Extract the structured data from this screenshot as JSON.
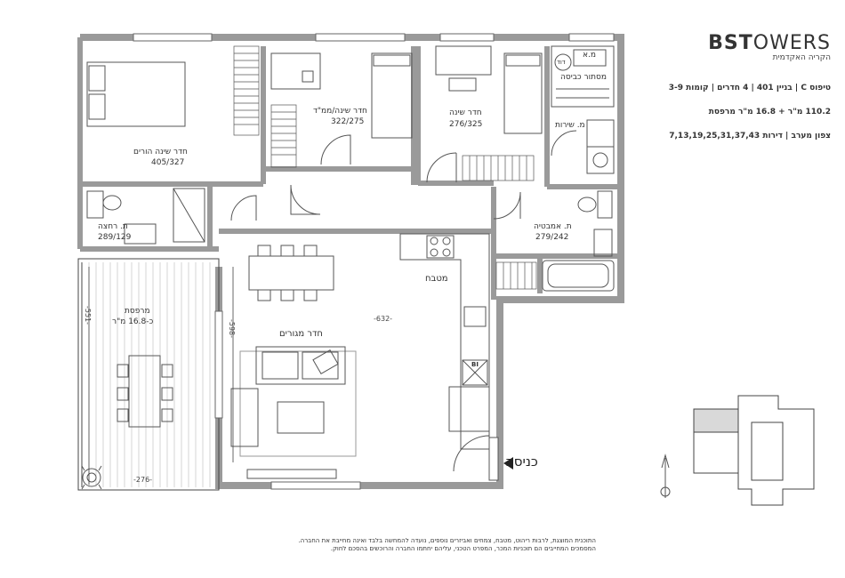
{
  "brand": {
    "logo_bold": "BST",
    "logo_rest": "OWERS",
    "subtitle": "הקריה האקדמית"
  },
  "specs": {
    "line1": "טיפוס C | בניין 401 | 4 חדרים | קומות 3-9",
    "line2": "110.2 מ\"ר + 16.8 מ\"ר מרפסת",
    "line3": "צפון מערב | דירות 7,13,19,25,31,37,43"
  },
  "rooms": {
    "master_bedroom": {
      "name": "חדר שינה הורים",
      "dims": "405/327"
    },
    "bedroom_safe": {
      "name": "חדר שינה/ממ\"ד",
      "dims": "322/275"
    },
    "bedroom": {
      "name": "חדר שינה",
      "dims": "276/325"
    },
    "laundry_niche": {
      "name": "מסתור כביסה"
    },
    "ac_niche": {
      "name": "מ.א"
    },
    "boiler": {
      "name": "דוד"
    },
    "service_restroom": {
      "name": "מ. שירות"
    },
    "bathroom": {
      "name": "ת. אמבטיה",
      "dims": "279/242"
    },
    "shower_room": {
      "name": "ת. רחצה",
      "dims": "289/129"
    },
    "kitchen": {
      "name": "מטבח"
    },
    "living_room": {
      "name": "חדר מגורים"
    },
    "balcony": {
      "name": "מרפסת",
      "area": "כ-16.8 מ\"ר"
    },
    "entrance": {
      "name": "כניסה"
    }
  },
  "dimensions": {
    "living_width": "-632-",
    "living_depth": "-598-",
    "balcony_depth": "-551-",
    "balcony_width": "-276-"
  },
  "fixtures": {
    "bi": "BI"
  },
  "footnote": [
    "התוכנית המוצגת, לרבות ריהוט, מטבח, צמחים ואביזרים נוספים, נועדה להמחשה בלבד ואינה מחייבת את החברה.",
    "המסמכים המחייבים הם תוכניות המכר, המפרט הטכני, עליהם יחתמו החברה והרוכשים בהסכם לחוק."
  ],
  "keyplan": {
    "highlight_color": "#d9d9d9"
  },
  "colors": {
    "wall": "#9a9a9a",
    "wall_dark": "#555555",
    "line": "#444444"
  },
  "icons": [
    "north-arrow-icon",
    "entry-arrow-icon",
    "plant-icon",
    "stove-icon",
    "toilet-icon",
    "sink-icon",
    "bed-icon",
    "sofa-icon",
    "table-icon",
    "chair-icon",
    "bathtub-icon",
    "washer-icon",
    "desk-icon"
  ]
}
